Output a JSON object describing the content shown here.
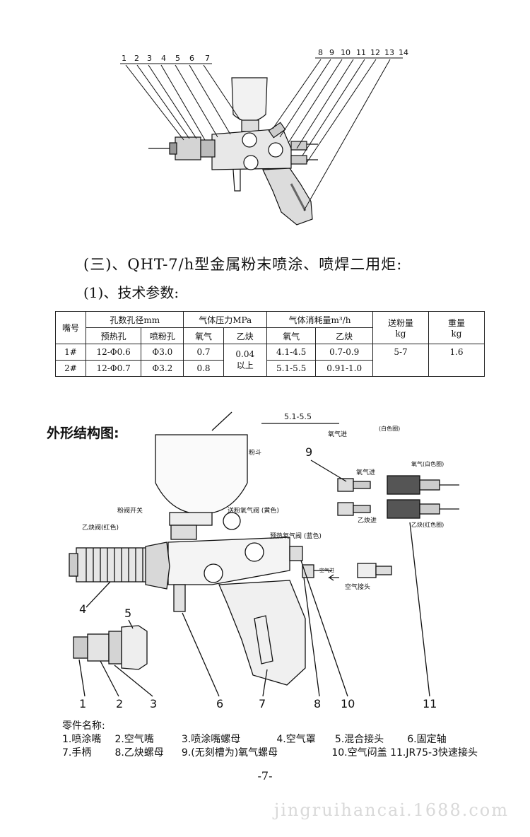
{
  "top_diagram": {
    "callouts": [
      "1",
      "2",
      "3",
      "4",
      "5",
      "6",
      "7",
      "8",
      "9",
      "10",
      "11",
      "12",
      "13",
      "14"
    ]
  },
  "section": {
    "heading": "(三)、QHT-7/h型金属粉末喷涂、喷焊二用炬:",
    "subheading": "(1)、技术参数:"
  },
  "table": {
    "h_nozzle": "嘴号",
    "h_hole": "孔数孔径mm",
    "h_pressure": "气体压力MPa",
    "h_consumption": "气体消耗量m³/h",
    "h_feed": "送粉量",
    "h_feed_unit": "kg",
    "h_weight": "重量",
    "h_weight_unit": "kg",
    "sub_preheat": "预热孔",
    "sub_powder": "喷粉孔",
    "sub_oxygen": "氧气",
    "sub_acetylene": "乙炔",
    "sub_oxygen2": "氧气",
    "sub_acetylene2": "乙炔",
    "rows": [
      {
        "nozzle": "1#",
        "preheat": "12-Φ0.6",
        "powder": "Φ3.0",
        "o2_pressure": "0.7",
        "o2_flow": "4.1-4.5",
        "c2h2_flow": "0.7-0.9"
      },
      {
        "nozzle": "2#",
        "preheat": "12-Φ0.7",
        "powder": "Φ3.2",
        "o2_pressure": "0.8",
        "o2_flow": "5.1-5.5",
        "c2h2_flow": "0.91-1.0"
      }
    ],
    "c2h2_pressure_a": "0.04",
    "c2h2_pressure_b": "以上",
    "feed_value": "5-7",
    "weight_value": "1.6"
  },
  "outline": {
    "title": "外形结构图:",
    "top_value": "5.1-5.5",
    "labels": {
      "hopper": "粉斗",
      "powder_valve": "粉阀开关",
      "acetylene_valve": "乙炔阀(红色)",
      "feed_oxygen_valve": "送粉氧气阀 (黄色)",
      "preheat_oxygen_valve": "预热氧气阀 (蓝色)",
      "air_in": "空气进",
      "air_connector": "空气接头",
      "oxygen_in_top": "氧气进",
      "white_ring_top": "(白色圈)",
      "oxygen_in": "氧气进",
      "acetylene_in": "乙炔进",
      "oxygen_white": "氧气(白色圈)",
      "acetylene_red": "乙炔(红色圈)"
    },
    "callouts": [
      "1",
      "2",
      "3",
      "4",
      "5",
      "6",
      "7",
      "8",
      "9",
      "10",
      "11"
    ]
  },
  "parts": {
    "title": "零件名称:",
    "line1": [
      "1.喷涂嘴",
      "2.空气嘴",
      "3.喷涂嘴螺母",
      "4.空气罩",
      "5.混合接头",
      "6.固定轴"
    ],
    "line2": [
      "7.手柄",
      "8.乙炔螺母",
      "9.(无刻槽为)氧气螺母",
      "10.空气闷盖",
      "11.JR75-3快速接头"
    ]
  },
  "page_number": "-7-",
  "watermark": "jingruihancai.1688.com"
}
